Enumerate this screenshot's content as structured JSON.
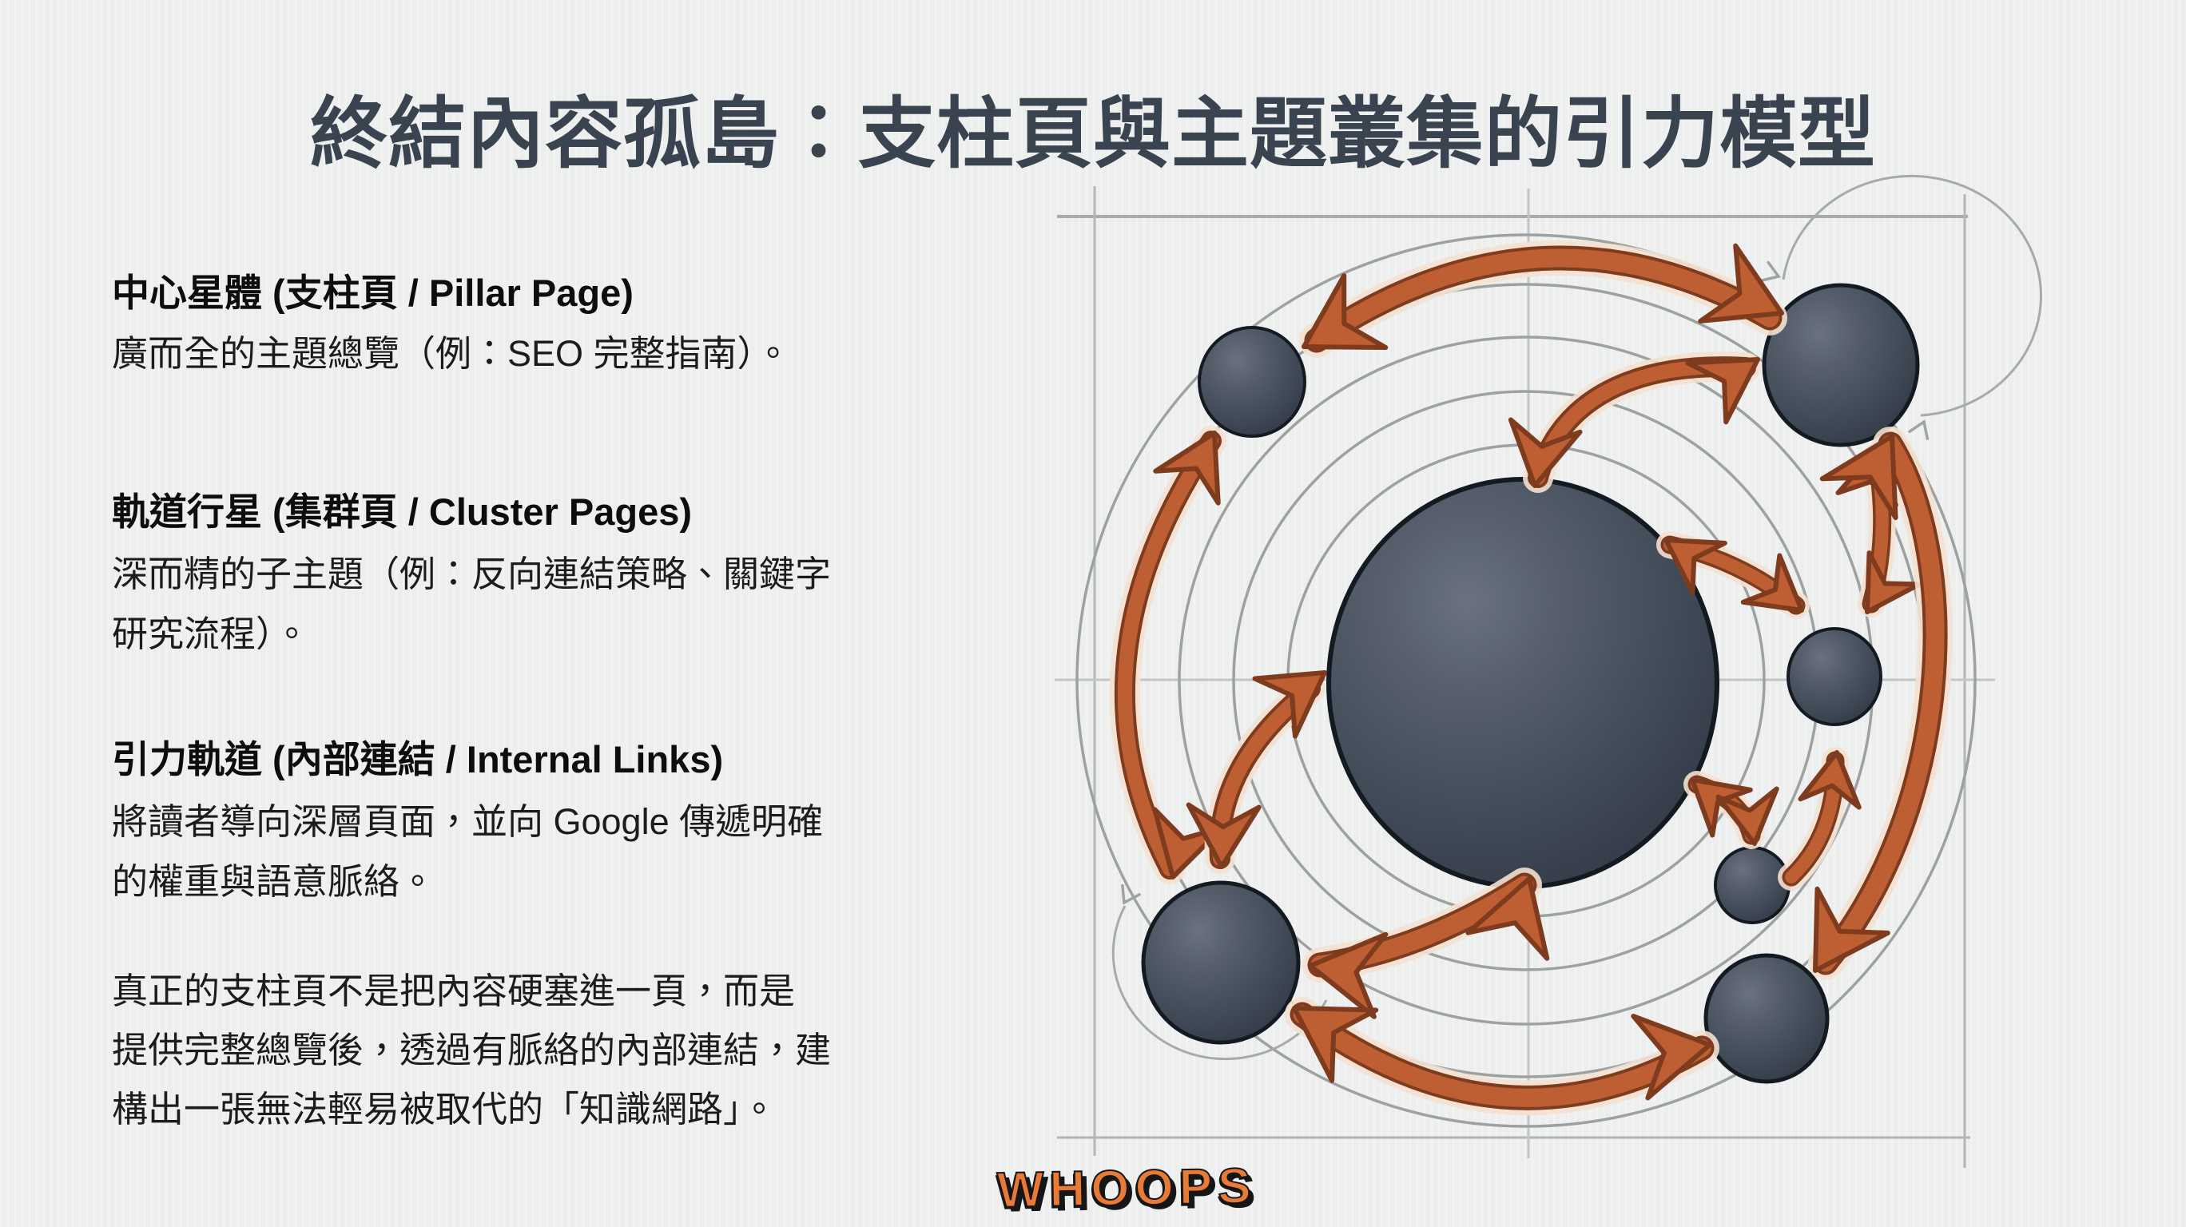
{
  "title": "終結內容孤島：支柱頁與主題叢集的引力模型",
  "sections": [
    {
      "heading": "中心星體 (支柱頁 / Pillar Page)",
      "lines": [
        "廣而全的主題總覽（例：SEO 完整指南）。"
      ]
    },
    {
      "heading": "軌道行星 (集群頁 / Cluster Pages)",
      "lines": [
        "深而精的子主題（例：反向連結策略、關鍵字",
        "研究流程）。"
      ]
    },
    {
      "heading": "引力軌道 (內部連結 / Internal Links)",
      "lines": [
        "將讀者導向深層頁面，並向 Google 傳遞明確",
        "的權重與語意脈絡。"
      ]
    }
  ],
  "conclusion": {
    "lines": [
      "真正的支柱頁不是把內容硬塞進一頁，而是",
      "提供完整總覽後，透過有脈絡的內部連結，建",
      "構出一張無法輕易被取代的「知識網路」。"
    ]
  },
  "watermark": "WHOOPS",
  "diagram": {
    "pillar_sphere_count": 1,
    "cluster_sphere_count": 6,
    "orbit_ring_count": 5,
    "link_arrow_count": 11
  },
  "colors": {
    "background": "#edefee",
    "title": "#3a4450",
    "heading": "#0d0d0d",
    "body": "#1c1c1c",
    "arrow": "#bd5f33",
    "arrow_outline": "#7e3b1d",
    "arrow_halo": "#f4e1d0",
    "orbit": "#9da1a0",
    "frame": "#b3b6b5",
    "crosshair": "#c2c5c5",
    "sphere_stroke": "#141a21",
    "watermark_fill": "#e87a35",
    "watermark_shadow": "#161616"
  }
}
